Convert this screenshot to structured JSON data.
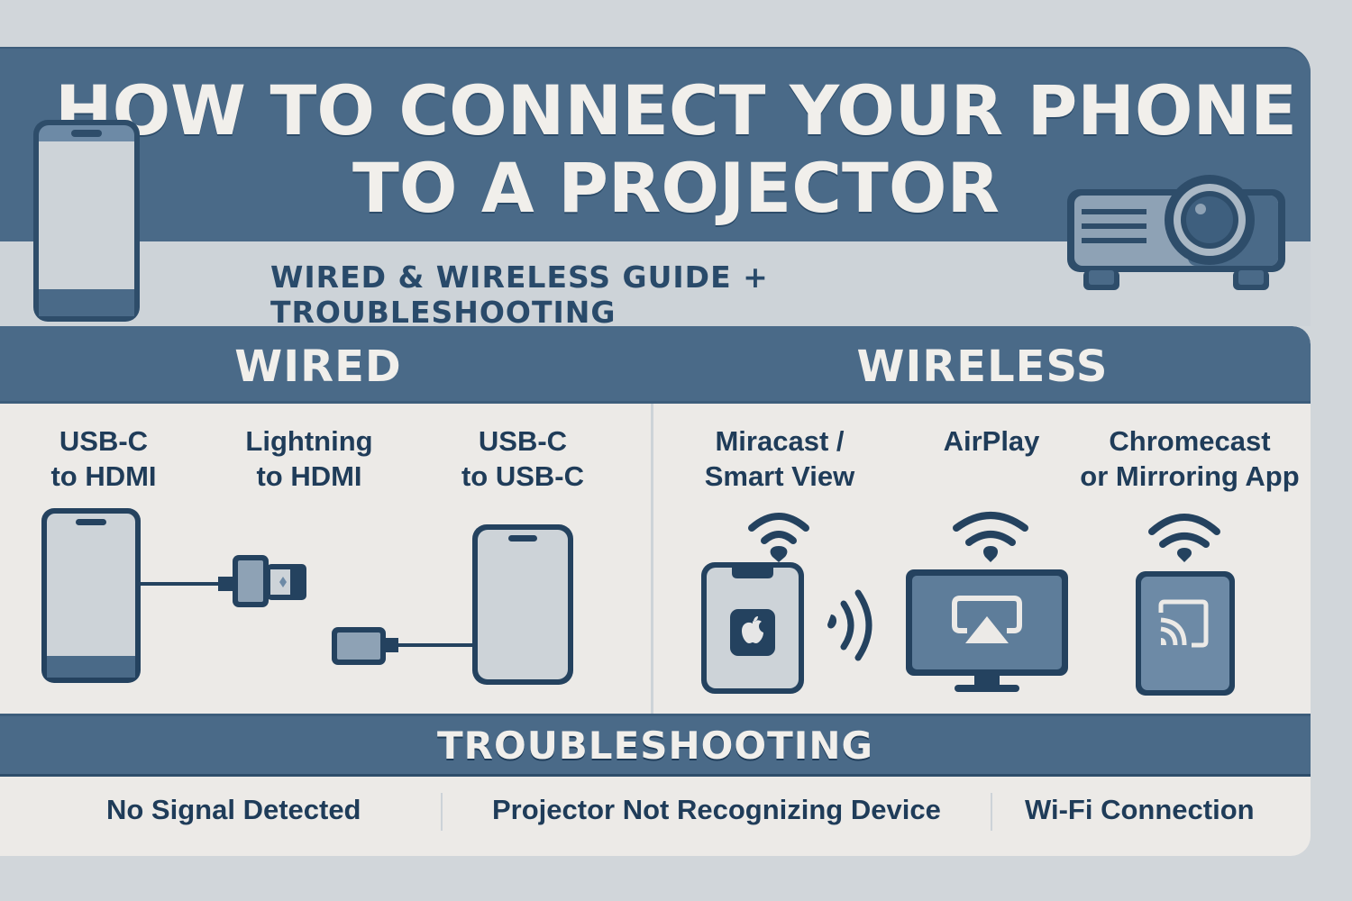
{
  "header": {
    "title_line1": "HOW TO CONNECT YOUR PHONE",
    "title_line2": "TO A PROJECTOR",
    "subtitle": "WIRED & WIRELESS GUIDE + TROUBLESHOOTING",
    "icons": [
      "smartphone-icon",
      "projector-icon"
    ]
  },
  "wired": {
    "title": "WIRED",
    "methods": [
      {
        "line1": "USB-C",
        "line2": "to HDMI",
        "icon": "phone-usb-c-icon"
      },
      {
        "line1": "Lightning",
        "line2": "to HDMI",
        "icon": "hdmi-adapter-icon"
      },
      {
        "line1": "USB-C",
        "line2": "to USB-C",
        "icon": "phone-usb-cable-icon"
      }
    ]
  },
  "wireless": {
    "title": "WIRELESS",
    "methods": [
      {
        "line1": "Miracast /",
        "line2": "Smart View",
        "icon": "phone-wireless-icon"
      },
      {
        "line1": "AirPlay",
        "line2": "",
        "icon": "airplay-monitor-icon"
      },
      {
        "line1": "Chromecast",
        "line2": "or Mirroring App",
        "icon": "cast-device-icon"
      }
    ]
  },
  "troubleshooting": {
    "title": "TROUBLESHOOTING",
    "items": [
      "No Signal Detected",
      "Projector Not Recognizing Device",
      "Wi-Fi Connection"
    ]
  },
  "colors": {
    "primary_blue": "#4a6a88",
    "dark_navy": "#1f3c59",
    "outline_navy": "#24425f",
    "light_panel": "#eceae7",
    "light_gray_band": "#cdd3d8",
    "background": "#d1d6da",
    "title_text": "#f1efeb"
  }
}
